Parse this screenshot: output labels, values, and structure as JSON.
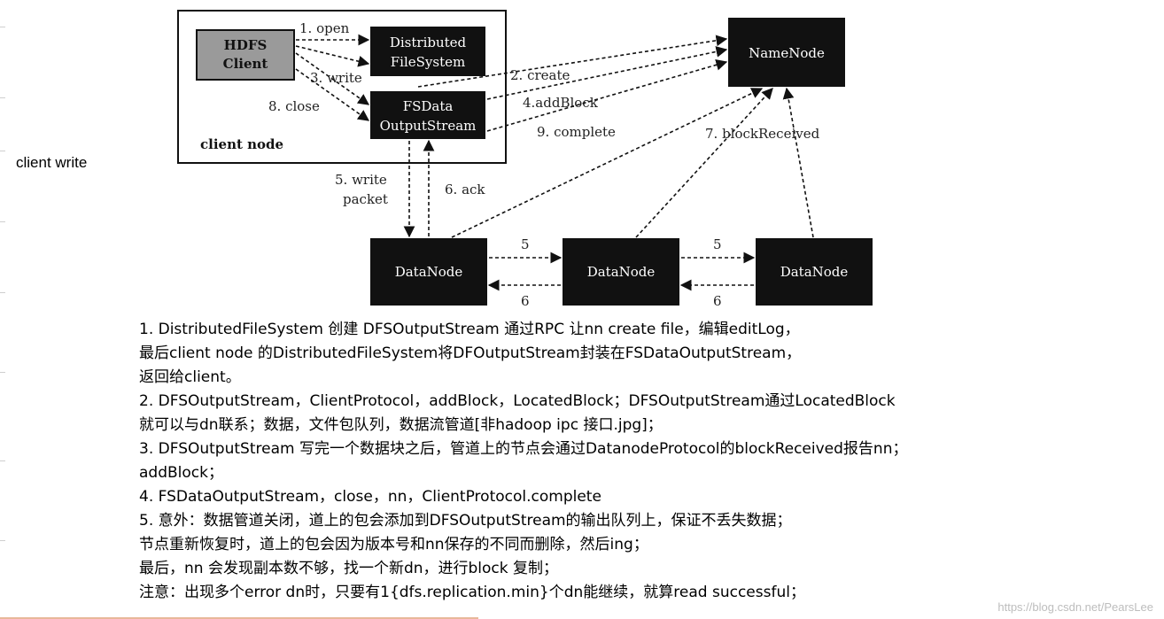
{
  "side_label": "client write",
  "diagram": {
    "client_node_label": "client node",
    "hdfs_client": [
      "HDFS",
      "Client"
    ],
    "distributed_fs": [
      "Distributed",
      "FileSystem"
    ],
    "fsdata_stream": [
      "FSData",
      "OutputStream"
    ],
    "namenode": "NameNode",
    "datanodes": [
      "DataNode",
      "DataNode",
      "DataNode"
    ],
    "labels": {
      "open": "1. open",
      "write": "3. write",
      "close": "8. close",
      "create": "2. create",
      "addblock": "4.addBlock",
      "complete": "9. complete",
      "block_received": "7. blockReceived",
      "write_packet_1": "5. write",
      "write_packet_2": "packet",
      "ack": "6. ack",
      "pipe_fwd_1": "5",
      "pipe_back_1": "6",
      "pipe_fwd_2": "5",
      "pipe_back_2": "6"
    }
  },
  "notes": [
    "1. DistributedFileSystem 创建 DFSOutputStream 通过RPC 让nn create file，编辑editLog，",
    "最后client node 的DistributedFileSystem将DFOutputStream封装在FSDataOutputStream，",
    "返回给client。",
    "2. DFSOutputStream，ClientProtocol，addBlock，LocatedBlock；DFSOutputStream通过LocatedBlock",
    "就可以与dn联系；数据，文件包队列，数据流管道[非hadoop ipc 接口.jpg]；",
    "3. DFSOutputStream 写完一个数据块之后，管道上的节点会通过DatanodeProtocol的blockReceived报告nn；",
    "addBlock；",
    "4. FSDataOutputStream，close，nn，ClientProtocol.complete",
    "5. 意外：数据管道关闭，道上的包会添加到DFSOutputStream的输出队列上，保证不丢失数据；",
    "节点重新恢复时，道上的包会因为版本号和nn保存的不同而删除，然后ing；",
    "最后，nn 会发现副本数不够，找一个新dn，进行block 复制；",
    "注意：出现多个error dn时，只要有1{dfs.replication.min}个dn能继续，就算read successful；"
  ],
  "watermark": "https://blog.csdn.net/PearsLee"
}
